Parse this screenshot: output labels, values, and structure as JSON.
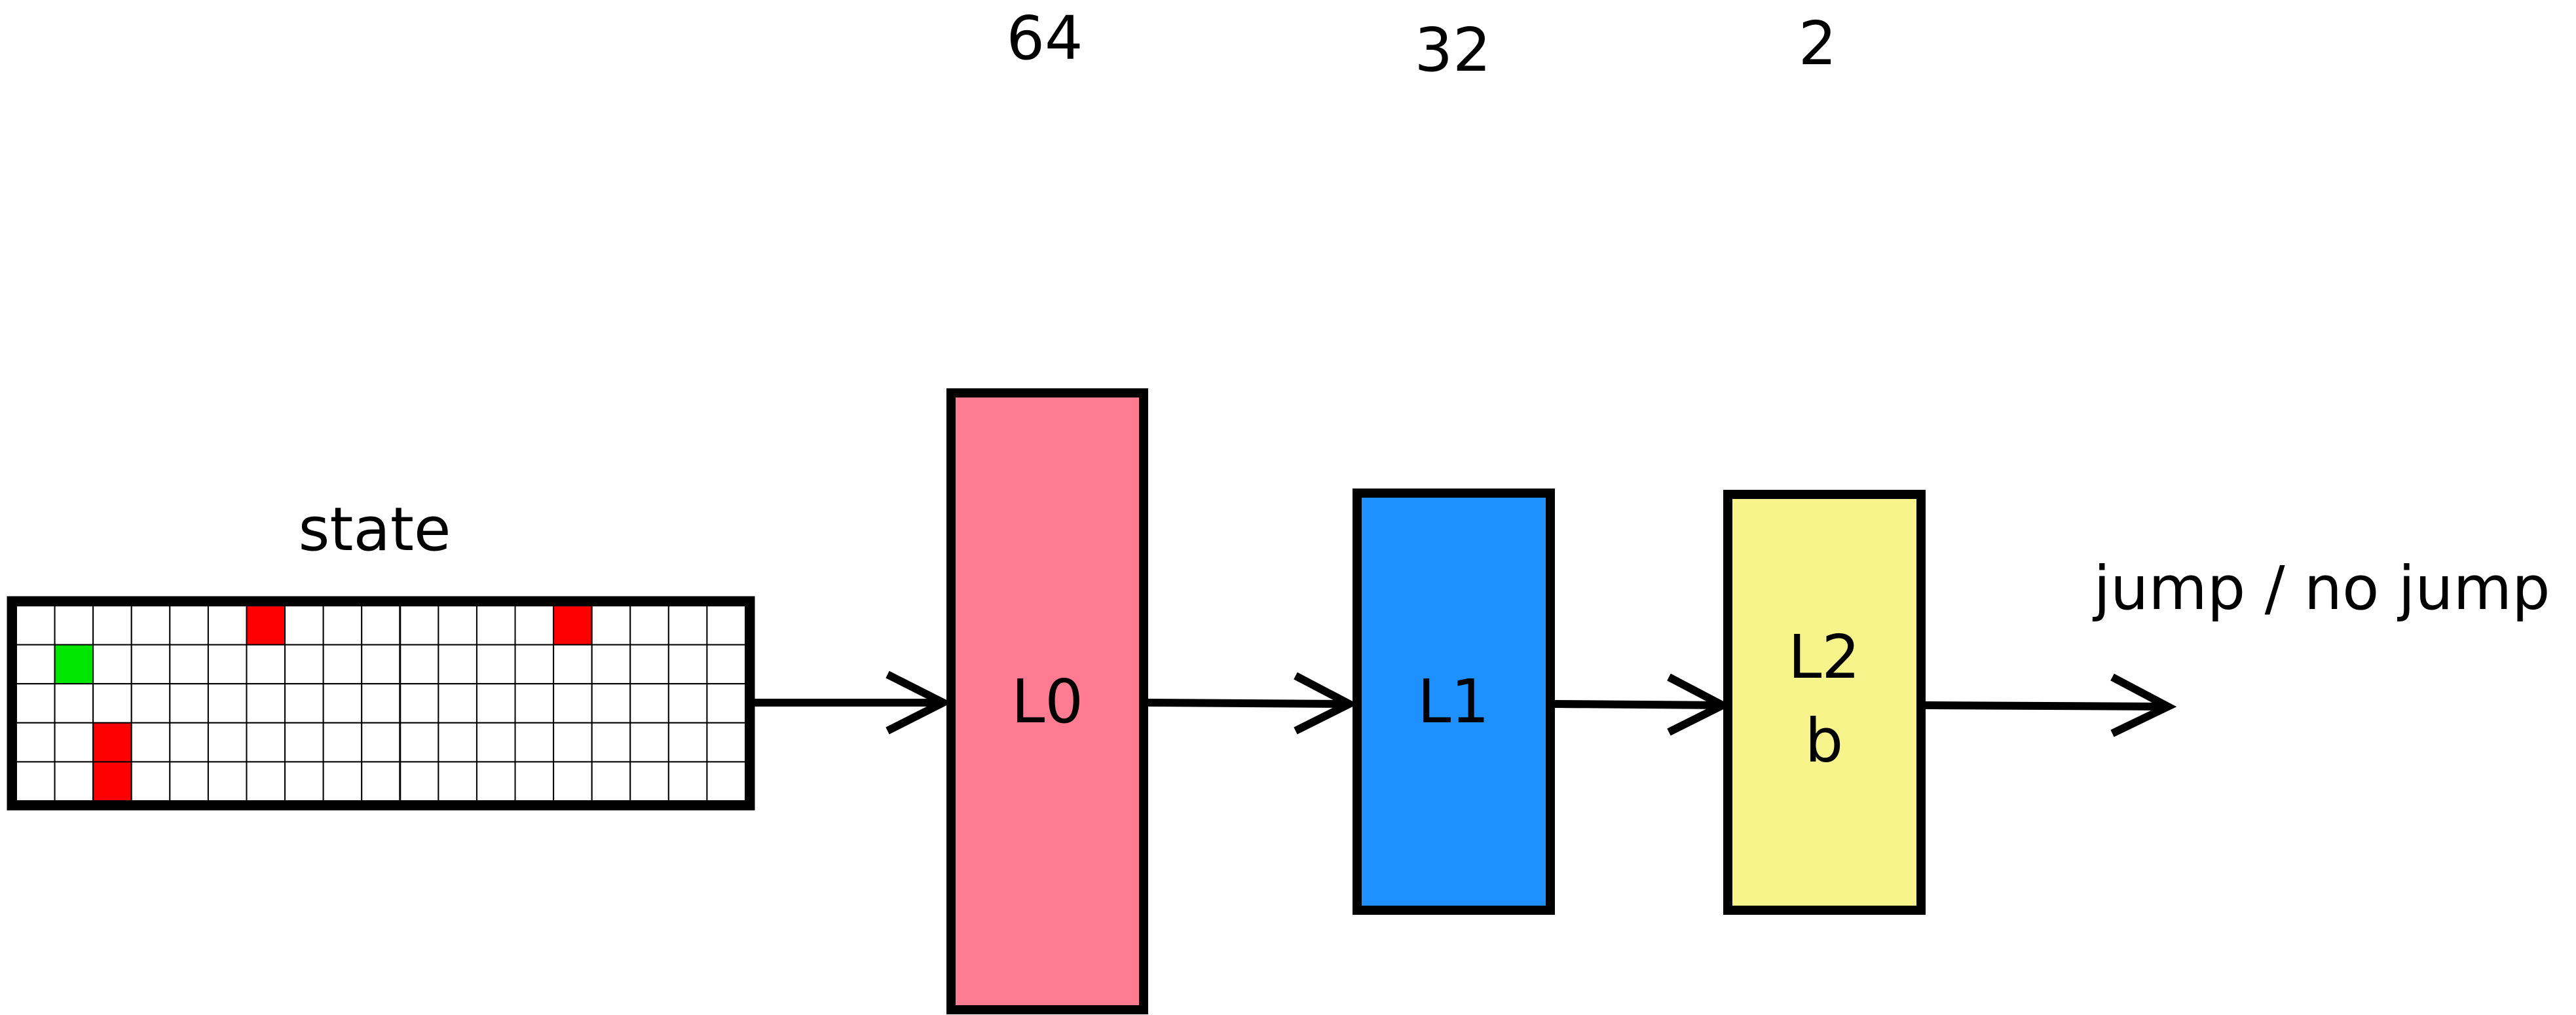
{
  "state": {
    "label": "state",
    "grid": {
      "cols": 19,
      "rows": 5,
      "cell_color": "#ffffff",
      "line_color": "#000000",
      "cells": [
        {
          "col": 6,
          "row": 0,
          "color": "#ff0000"
        },
        {
          "col": 14,
          "row": 0,
          "color": "#ff0000"
        },
        {
          "col": 1,
          "row": 1,
          "color": "#00e600"
        },
        {
          "col": 2,
          "row": 3,
          "color": "#ff0000"
        },
        {
          "col": 2,
          "row": 4,
          "color": "#ff0000"
        }
      ]
    }
  },
  "layers": [
    {
      "name": "L0",
      "sub": "",
      "size": "64",
      "color": "#ff7b91"
    },
    {
      "name": "L1",
      "sub": "",
      "size": "32",
      "color": "#1e90ff"
    },
    {
      "name": "L2",
      "sub": "b",
      "size": "2",
      "color": "#f7f48c"
    }
  ],
  "output": {
    "label": "jump / no jump"
  }
}
